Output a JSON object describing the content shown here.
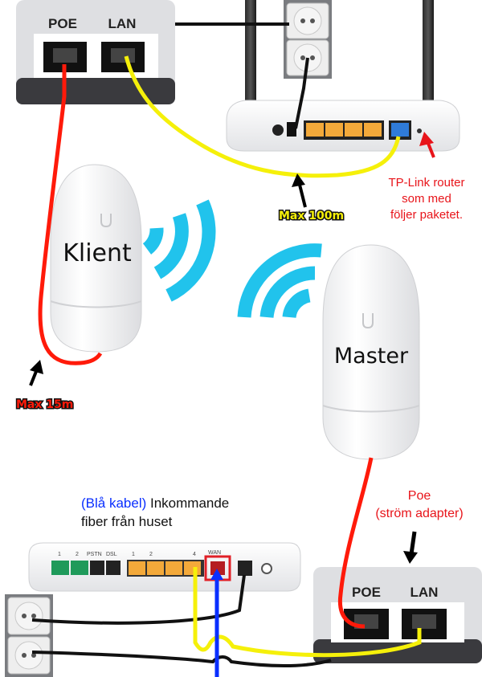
{
  "poe_top": {
    "poe_label": "POE",
    "lan_label": "LAN"
  },
  "poe_bottom": {
    "poe_label": "POE",
    "lan_label": "LAN"
  },
  "antennas": {
    "client_label": "Klient",
    "master_label": "Master"
  },
  "annotations": {
    "max_100m": "Max 100m",
    "max_15m": "Max 15m",
    "tplink_line1": "TP-Link router",
    "tplink_line2": "som med",
    "tplink_line3": "följer paketet.",
    "poe_note_line1": "Poe",
    "poe_note_line2": "(ström adapter)",
    "fiber_blue_paren": "(Blå kabel)",
    "fiber_line1_rest": " Inkommande",
    "fiber_line2": "fiber från huset"
  },
  "modem_ports": {
    "p1": "1",
    "p2": "2",
    "pstn": "PSTN",
    "dsl": "DSL",
    "l1": "1",
    "l2": "2",
    "l4": "4",
    "wan": "WAN"
  },
  "colors": {
    "red": "#ff1a0a",
    "yellow": "#f5f00a",
    "blue": "#0a2fff",
    "black": "#111111",
    "wifi": "#21c3ec",
    "annotation_red": "#e8141a",
    "port_orange": "#f3a93a",
    "port_green": "#1f9a5a",
    "wan_box": "#e01f26"
  },
  "icons": {
    "arrow": "arrow-icon",
    "wifi": "wifi-icon",
    "outlet": "power-outlet-icon",
    "antenna_logo": "ubiquiti-logo-icon"
  }
}
